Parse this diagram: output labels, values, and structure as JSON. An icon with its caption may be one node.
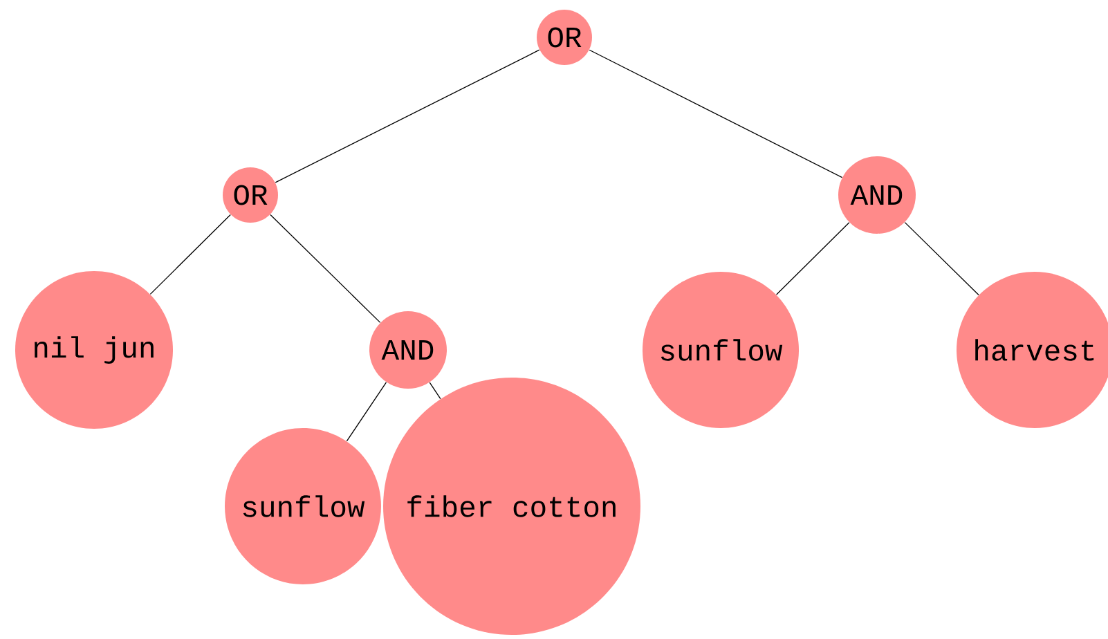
{
  "diagram": {
    "nodes": [
      {
        "text": [
          "OR"
        ]
      },
      {
        "text": [
          "OR"
        ]
      },
      {
        "text": [
          "AND"
        ]
      },
      {
        "text": [
          "nil jun"
        ]
      },
      {
        "text": [
          "AND"
        ]
      },
      {
        "text": [
          "sunflow"
        ]
      },
      {
        "text": [
          "harvest"
        ]
      },
      {
        "text": [
          "sunflow"
        ]
      },
      {
        "text": [
          "fiber cotton"
        ]
      }
    ],
    "edges": [
      {
        "from": 0,
        "to": 1,
        "arrow": "none"
      },
      {
        "from": 0,
        "to": 2,
        "arrow": "none"
      },
      {
        "from": 1,
        "to": 3,
        "arrow": "none"
      },
      {
        "from": 1,
        "to": 4,
        "arrow": "none"
      },
      {
        "from": 2,
        "to": 5,
        "arrow": "none"
      },
      {
        "from": 2,
        "to": 6,
        "arrow": "none"
      },
      {
        "from": 4,
        "to": 7,
        "arrow": "none"
      },
      {
        "from": 4,
        "to": 8,
        "arrow": "none"
      }
    ]
  }
}
